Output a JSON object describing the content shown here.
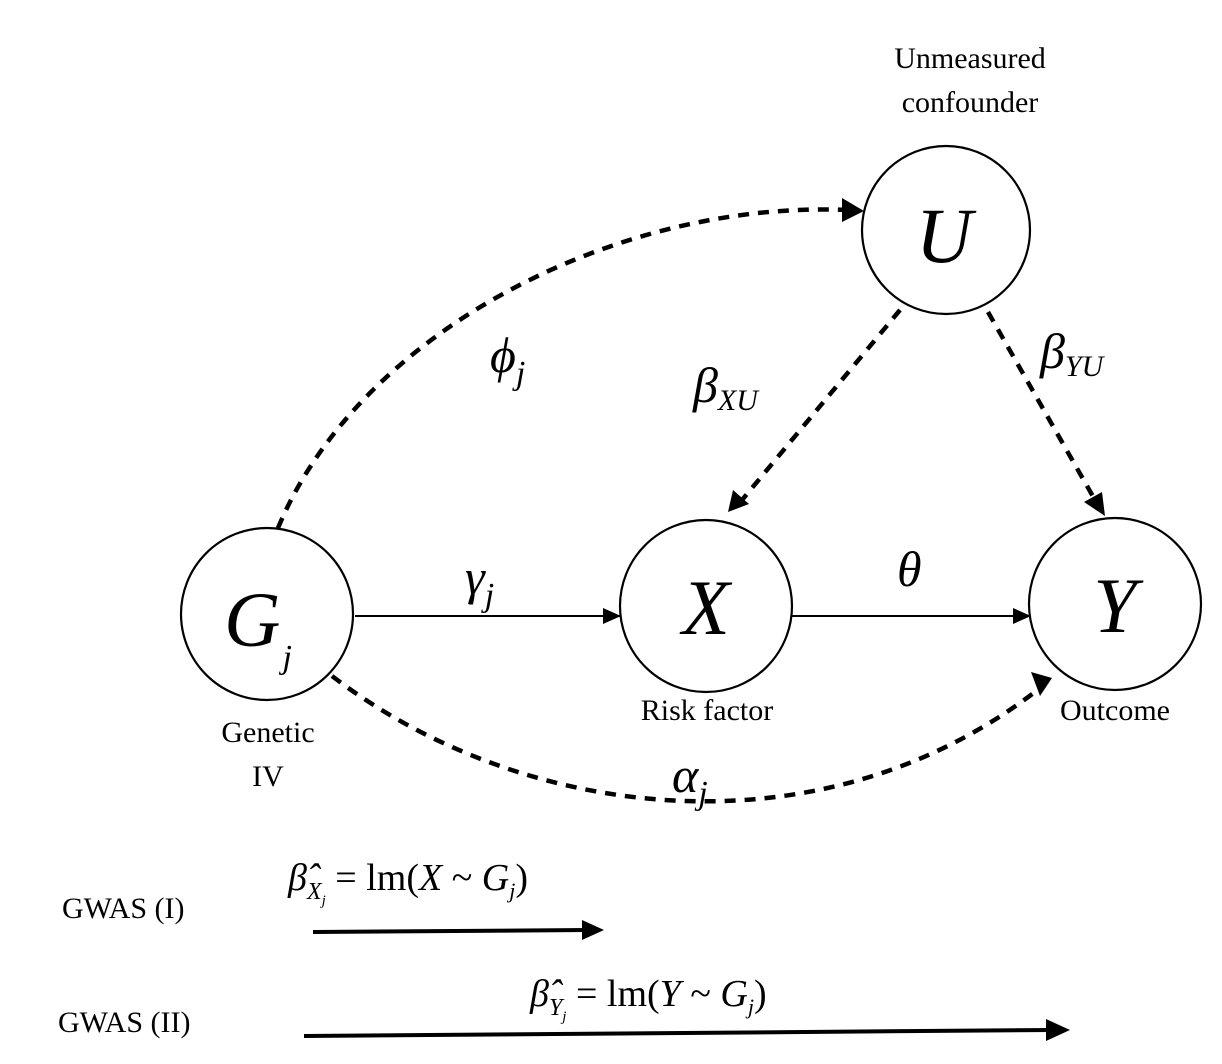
{
  "nodes": {
    "g": {
      "letter": "G",
      "sub": "j",
      "caption1": "Genetic",
      "caption2": "IV"
    },
    "x": {
      "letter": "X",
      "caption": "Risk factor"
    },
    "y": {
      "letter": "Y",
      "caption": "Outcome"
    },
    "u": {
      "letter": "U",
      "caption1": "Unmeasured",
      "caption2": "confounder"
    }
  },
  "edges": {
    "gamma": {
      "symbol": "γ",
      "sub": "j"
    },
    "theta": {
      "symbol": "θ"
    },
    "phi": {
      "symbol": "ϕ",
      "sub": "j"
    },
    "alpha": {
      "symbol": "α",
      "sub": "j"
    },
    "beta_xu": {
      "symbol": "β",
      "sub": "XU"
    },
    "beta_yu": {
      "symbol": "β",
      "sub": "YU"
    }
  },
  "gwas": [
    {
      "label": "GWAS (I)",
      "beta": "β̂",
      "beta_sub": "X",
      "beta_subsub": "j",
      "eq_mid": " = lm(",
      "eq_var": "X",
      "eq_tilde": " ~ ",
      "eq_g": "G",
      "eq_g_sub": "j",
      "eq_end": ")"
    },
    {
      "label": "GWAS (II)",
      "beta": "β̂",
      "beta_sub": "Y",
      "beta_subsub": "j",
      "eq_mid": " = lm(",
      "eq_var": "Y",
      "eq_tilde": " ~ ",
      "eq_g": "G",
      "eq_g_sub": "j",
      "eq_end": ")"
    }
  ]
}
